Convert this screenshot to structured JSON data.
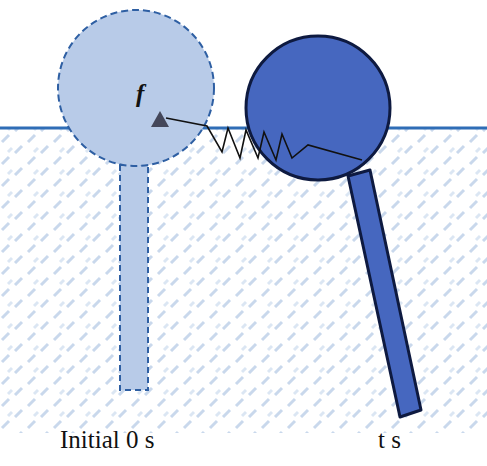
{
  "diagram": {
    "labels": [
      "f",
      "Initial 0 s",
      "t s"
    ]
  }
}
